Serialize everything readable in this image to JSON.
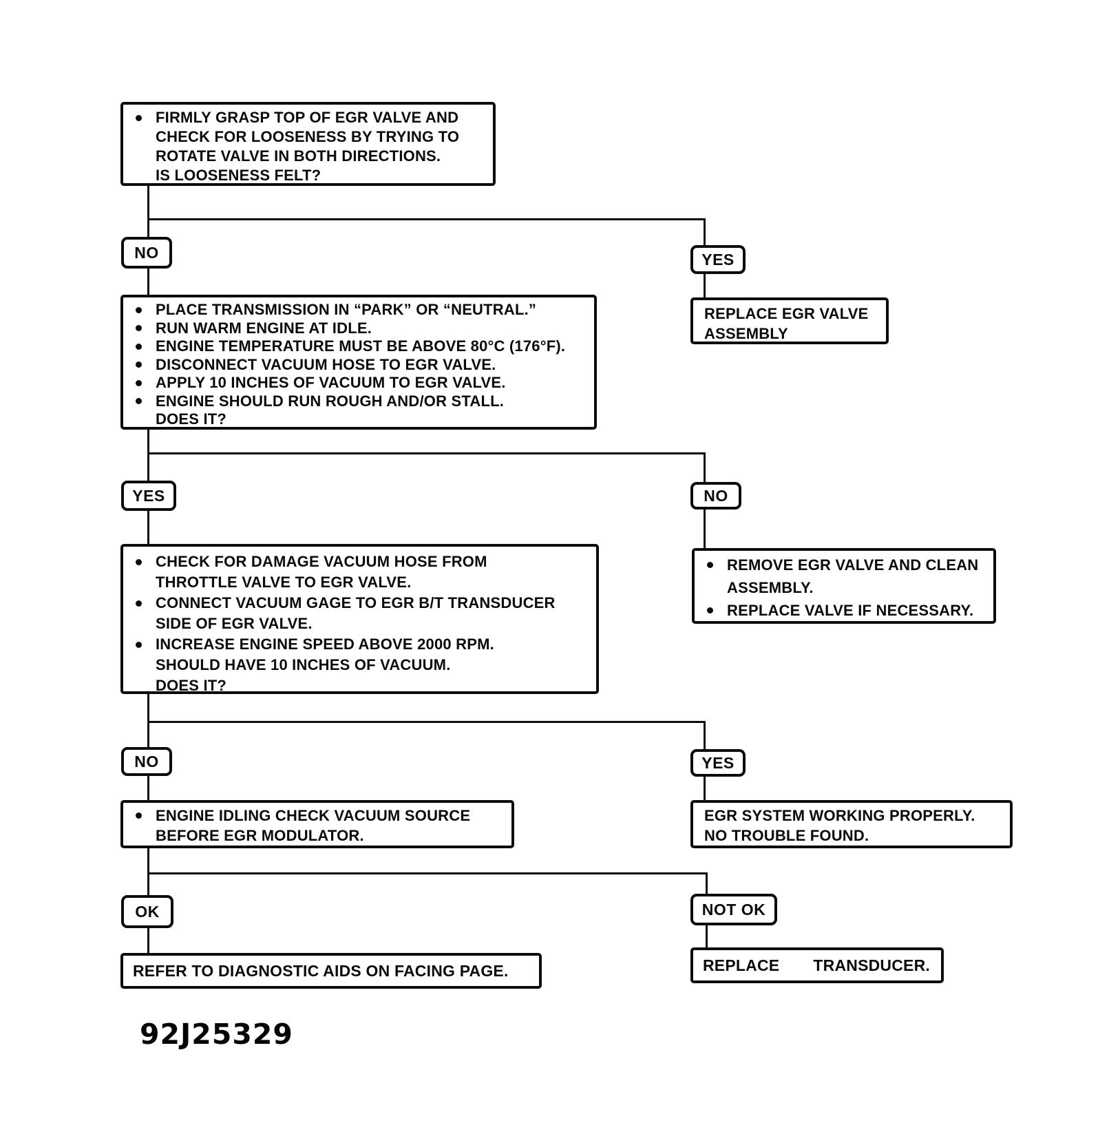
{
  "flow": {
    "q_looseness": {
      "items": [
        {
          "lines": [
            "FIRMLY GRASP TOP OF EGR VALVE AND",
            "CHECK FOR LOOSENESS BY TRYING TO",
            "ROTATE VALVE IN BOTH DIRECTIONS.",
            "IS LOOSENESS FELT?"
          ]
        }
      ]
    },
    "no1": "NO",
    "yes1": "YES",
    "replace_assembly": {
      "lines": [
        "REPLACE EGR VALVE",
        "ASSEMBLY"
      ]
    },
    "q_idle_test": {
      "items": [
        {
          "lines": [
            "PLACE TRANSMISSION IN “PARK” OR “NEUTRAL.”"
          ]
        },
        {
          "lines": [
            "RUN WARM ENGINE AT IDLE."
          ]
        },
        {
          "lines": [
            "ENGINE TEMPERATURE MUST BE ABOVE 80°C (176°F)."
          ]
        },
        {
          "lines": [
            "DISCONNECT VACUUM HOSE TO EGR VALVE."
          ]
        },
        {
          "lines": [
            "APPLY 10 INCHES OF VACUUM TO EGR VALVE."
          ]
        },
        {
          "lines": [
            "ENGINE SHOULD RUN ROUGH AND/OR STALL.",
            "DOES IT?"
          ]
        }
      ]
    },
    "yes2": "YES",
    "no2": "NO",
    "remove_clean": {
      "items": [
        {
          "lines": [
            "REMOVE EGR VALVE AND CLEAN",
            "ASSEMBLY."
          ]
        },
        {
          "lines": [
            "REPLACE VALVE IF NECESSARY."
          ]
        }
      ]
    },
    "q_gage_test": {
      "items": [
        {
          "lines": [
            "CHECK FOR DAMAGE VACUUM HOSE FROM",
            "THROTTLE VALVE TO EGR VALVE."
          ]
        },
        {
          "lines": [
            "CONNECT VACUUM GAGE TO EGR B/T TRANSDUCER",
            "SIDE OF EGR VALVE."
          ]
        },
        {
          "lines": [
            "INCREASE ENGINE SPEED ABOVE 2000 RPM.",
            "SHOULD HAVE 10 INCHES OF VACUUM.",
            "DOES IT?"
          ]
        }
      ]
    },
    "no3": "NO",
    "yes3": "YES",
    "system_working": {
      "lines": [
        "EGR SYSTEM WORKING PROPERLY.",
        "NO TROUBLE FOUND."
      ]
    },
    "check_source": {
      "items": [
        {
          "lines": [
            "ENGINE IDLING CHECK VACUUM SOURCE",
            "BEFORE EGR MODULATOR."
          ]
        }
      ]
    },
    "ok": "OK",
    "not_ok": "NOT OK",
    "refer": "REFER TO DIAGNOSTIC AIDS ON FACING PAGE.",
    "replace_transducer": {
      "word1": "REPLACE",
      "word2": "TRANSDUCER."
    },
    "figure_code": "92J25329"
  }
}
